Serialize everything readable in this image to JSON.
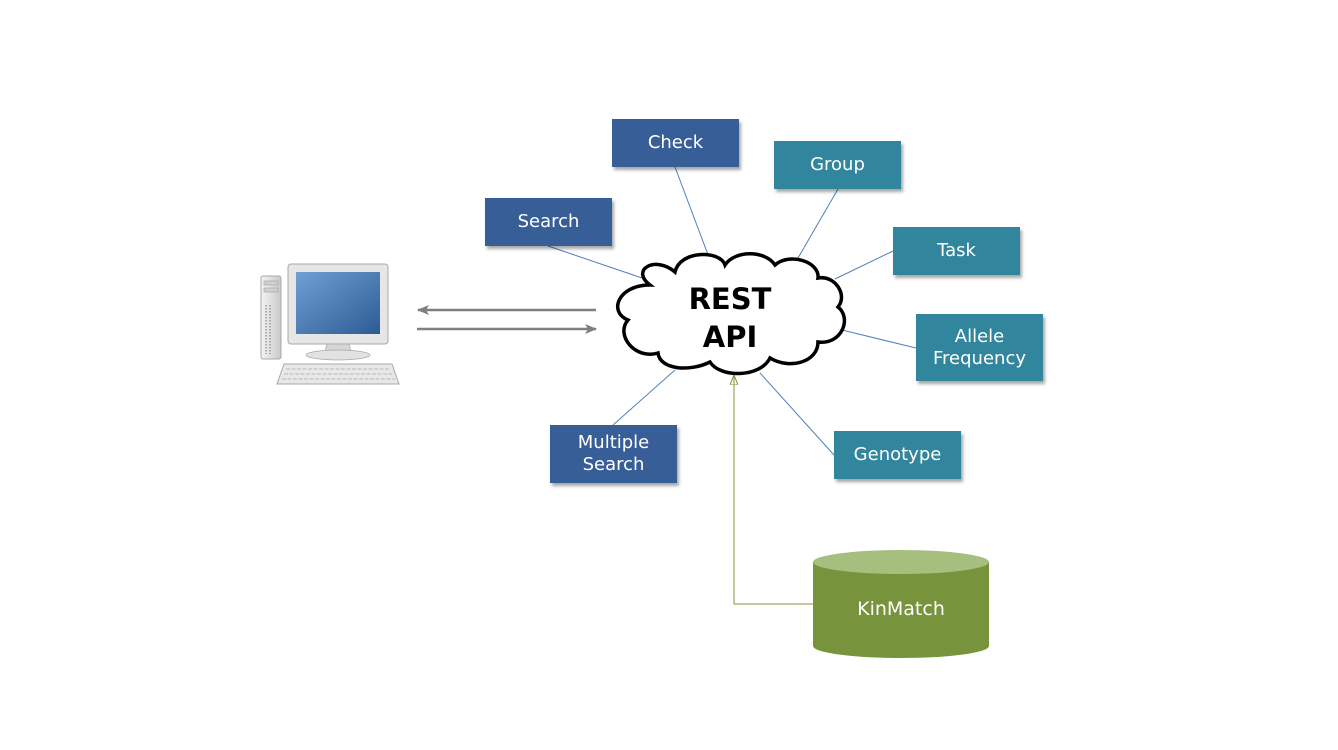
{
  "api": {
    "label": "REST\nAPI"
  },
  "endpoints": {
    "check": "Check",
    "group": "Group",
    "search": "Search",
    "task": "Task",
    "allele_frequency": "Allele\nFrequency",
    "multiple_search": "Multiple\nSearch",
    "genotype": "Genotype"
  },
  "database": {
    "label": "KinMatch"
  },
  "colors": {
    "client_endpoint": "#375e96",
    "data_endpoint": "#31859c",
    "database": "#77933c",
    "database_top": "#a6bf7e",
    "connector": "#4f81bd",
    "db_connector": "#8c8f3c",
    "arrow": "#7f7f7f"
  }
}
